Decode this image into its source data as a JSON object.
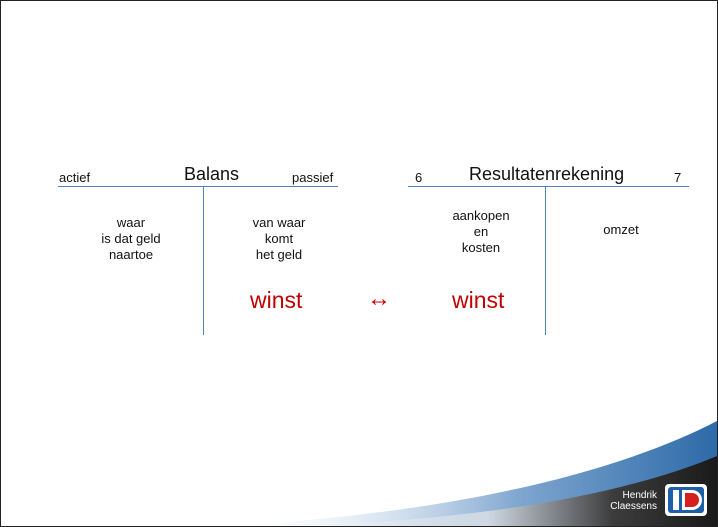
{
  "balans": {
    "left_label": "actief",
    "title": "Balans",
    "right_label": "passief",
    "left_body": [
      "waar",
      "is dat geld",
      "naartoe"
    ],
    "right_body": [
      "van waar",
      "komt",
      "het geld"
    ],
    "profit": "winst"
  },
  "arrow": "↔",
  "resultaten": {
    "left_label": "6",
    "title": "Resultatenrekening",
    "right_label": "7",
    "left_body": [
      "aankopen",
      "en",
      "kosten"
    ],
    "right_body": [
      "omzet"
    ],
    "profit": "winst"
  },
  "logo": {
    "line1": "Hendrik",
    "line2": "Claessens"
  },
  "colors": {
    "accent": "#4f81bd",
    "profit": "#c00000",
    "logo_red": "#d62020",
    "logo_blue": "#1f5fa8"
  }
}
